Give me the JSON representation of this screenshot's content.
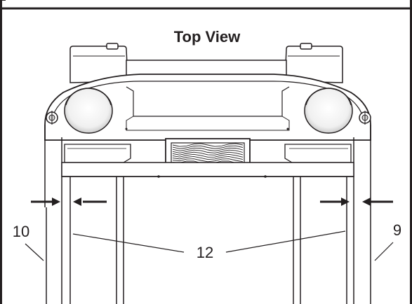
{
  "title": "Top View",
  "callouts": {
    "left": "10",
    "center": "12",
    "right": "9"
  },
  "colors": {
    "ink": "#231f20",
    "paper": "#ffffff",
    "gray_dark": "#8a8a8a",
    "gray_light": "#d0d0d0"
  }
}
